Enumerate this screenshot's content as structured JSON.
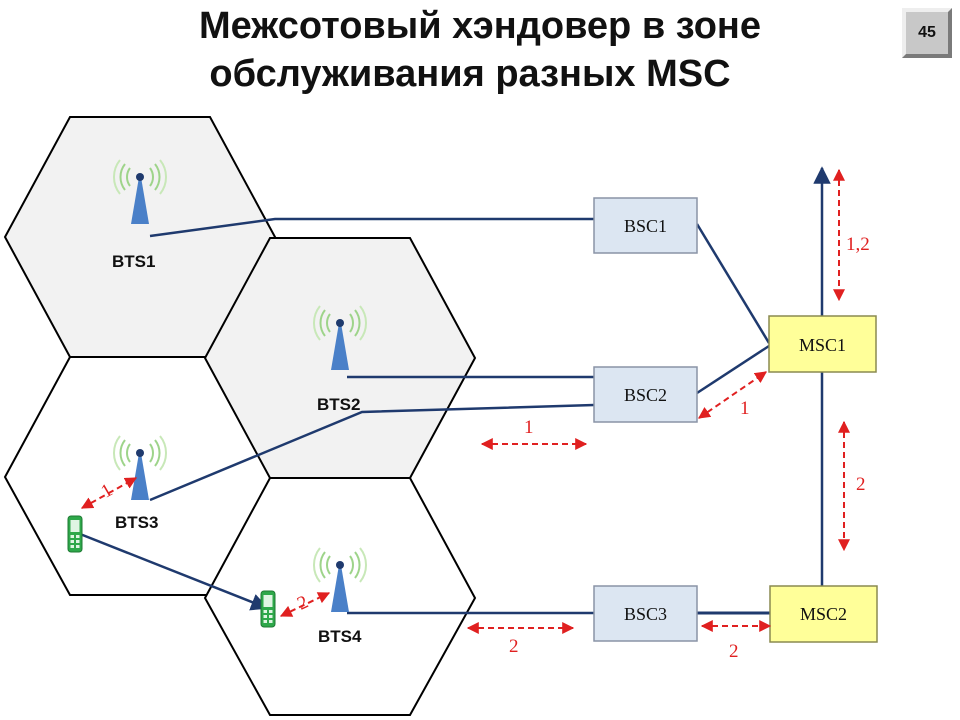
{
  "title": {
    "line1": "Межсотовый хэндовер в зоне",
    "line2": "обслуживания разных  MSC"
  },
  "page_number": "45",
  "bts": {
    "bts1": "BTS1",
    "bts2": "BTS2",
    "bts3": "BTS3",
    "bts4": "BTS4"
  },
  "nodes": {
    "bsc1": "BSC1",
    "bsc2": "BSC2",
    "bsc3": "BSC3",
    "msc1": "MSC1",
    "msc2": "MSC2"
  },
  "arrow_labels": {
    "phone_bts3": "1",
    "phone_bts4": "2",
    "bts2_bsc2": "1",
    "bsc2_msc1": "1",
    "msc1_up": "1,2",
    "msc1_msc2": "2",
    "bts4_bsc3": "2",
    "bsc3_msc2": "2"
  },
  "colors": {
    "shaded_cell": "#f2f2f2",
    "link": "#1f3a6e",
    "signal_arrow": "#e02020",
    "msc_fill": "#ffff99",
    "bsc_fill": "#dce6f2",
    "antenna": "#4a80c8",
    "phone": "#2ea84a"
  }
}
